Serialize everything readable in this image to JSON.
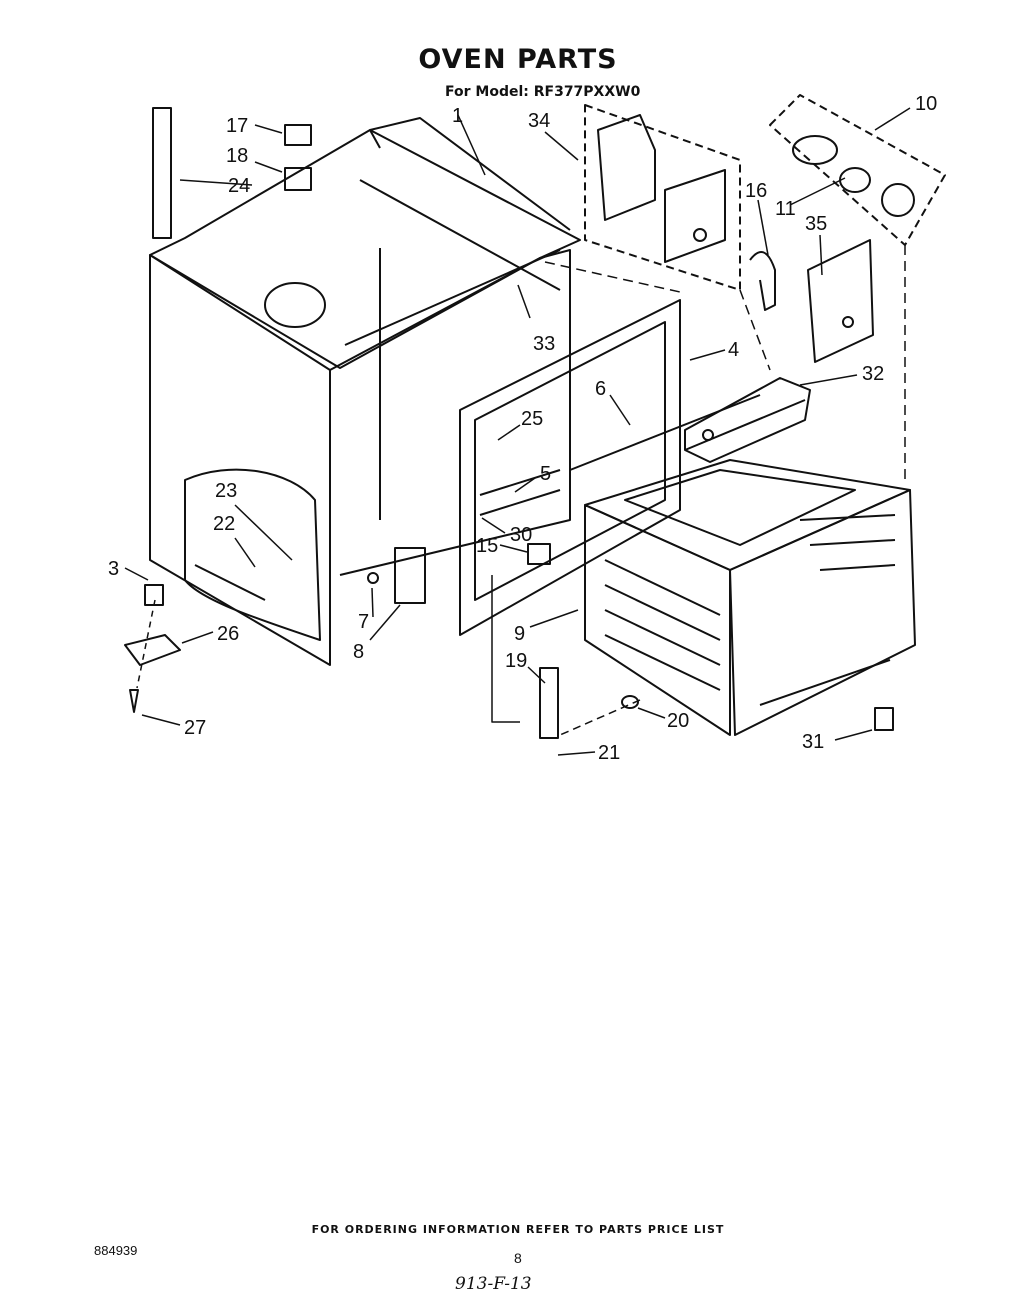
{
  "header": {
    "title": "OVEN PARTS",
    "model_line": "For Model: RF377PXXW0"
  },
  "callouts": [
    "1",
    "3",
    "4",
    "5",
    "6",
    "7",
    "8",
    "9",
    "10",
    "11",
    "15",
    "16",
    "17",
    "18",
    "19",
    "20",
    "21",
    "22",
    "23",
    "24",
    "25",
    "26",
    "27",
    "30",
    "31",
    "32",
    "33",
    "34",
    "35"
  ],
  "footer": {
    "ordering_note": "FOR ORDERING INFORMATION REFER TO PARTS PRICE LIST",
    "doc_number": "884939",
    "page_number": "8",
    "handwritten_code": "913-F-13"
  }
}
